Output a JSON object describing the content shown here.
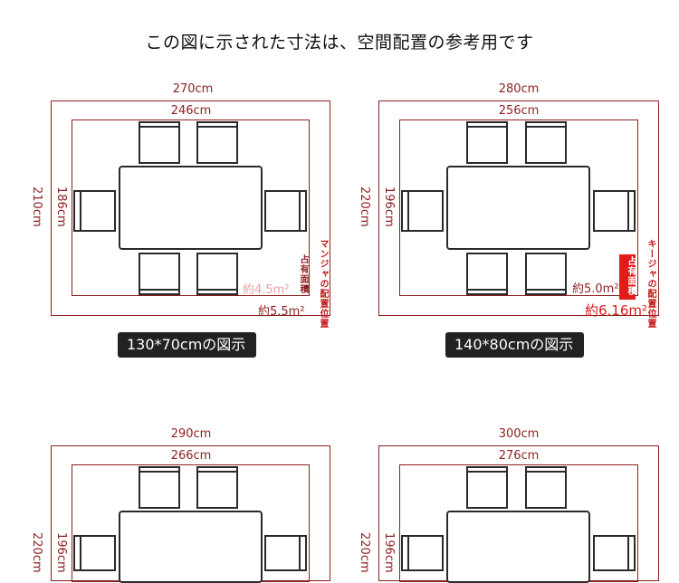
{
  "page_title": "この図に示された寸法は、空間配置の参考用です",
  "diagrams": [
    {
      "outer_width": "270cm",
      "inner_width": "246cm",
      "outer_height": "210cm",
      "inner_height": "186cm",
      "caption": "130*70cmの図示",
      "area_inner": "約4.5m²",
      "area_outer": "約5.5m²",
      "tag_occupancy": "占有面積",
      "tag_mahjong": "マンジャの配置位置"
    },
    {
      "outer_width": "280cm",
      "inner_width": "256cm",
      "outer_height": "220cm",
      "inner_height": "196cm",
      "caption": "140*80cmの図示",
      "area_inner": "約5.0m²",
      "area_outer": "約6.16m²",
      "tag_occupancy": "占有面積",
      "tag_mahjong": "キージャの配置位置"
    },
    {
      "outer_width": "290cm",
      "inner_width": "266cm",
      "outer_height": "220cm",
      "inner_height": "196cm"
    },
    {
      "outer_width": "300cm",
      "inner_width": "276cm",
      "outer_height": "220cm",
      "inner_height": "196cm"
    }
  ]
}
